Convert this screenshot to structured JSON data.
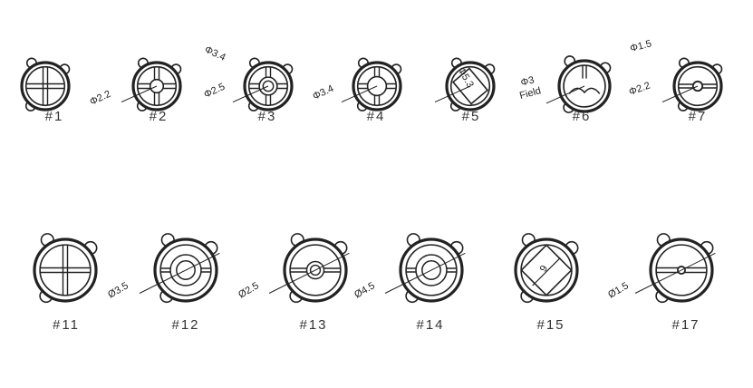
{
  "parts": [
    {
      "label": "#1",
      "style": "cross",
      "dims": []
    },
    {
      "label": "#2",
      "style": "cross-hole",
      "dims": [
        "Φ2.2"
      ]
    },
    {
      "label": "#3",
      "style": "ring-spokes",
      "dims": [
        "Φ3.4",
        "Φ2.5"
      ]
    },
    {
      "label": "#4",
      "style": "ring-gap",
      "dims": [
        "Φ3.4"
      ]
    },
    {
      "label": "#5",
      "style": "square",
      "dims": [
        "Φ5.3"
      ]
    },
    {
      "label": "#6",
      "style": "field",
      "dims": [
        "Φ3",
        "Field"
      ]
    },
    {
      "label": "#7",
      "style": "bar-hole",
      "dims": [
        "Φ1.5",
        "Φ2.2"
      ]
    },
    {
      "label": "#11",
      "style": "cross",
      "dims": []
    },
    {
      "label": "#12",
      "style": "double-ring",
      "dims": [
        "Ø3.5"
      ]
    },
    {
      "label": "#13",
      "style": "small-ring",
      "dims": [
        "Ø2.5"
      ]
    },
    {
      "label": "#14",
      "style": "double-ring",
      "dims": [
        "Ø4.5"
      ]
    },
    {
      "label": "#15",
      "style": "diamond",
      "dims": [
        "9"
      ]
    },
    {
      "label": "#17",
      "style": "bar-dot",
      "dims": [
        "Ø1.5"
      ]
    }
  ],
  "colors": {
    "line": "#222222",
    "label": "#333333",
    "background": "#ffffff"
  }
}
